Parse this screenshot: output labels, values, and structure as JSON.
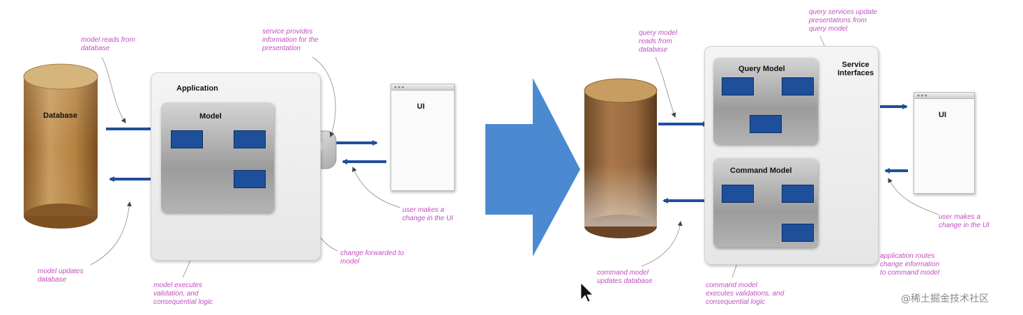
{
  "left": {
    "database_label": "Database",
    "application_label": "Application",
    "model_label": "Model",
    "ui_label": "UI",
    "notes": {
      "model_reads": "model reads from\ndatabase",
      "service_provides": "service provides\ninformation for the\npresentation",
      "user_change": "user makes a\nchange in the UI",
      "change_forwarded": "change forwarded to\nmodel",
      "model_updates": "model updates\ndatabase",
      "model_executes": "model executes\nvalidation, and\nconsequential logic"
    }
  },
  "right": {
    "query_model_label": "Query Model",
    "command_model_label": "Command Model",
    "service_interfaces_label": "Service\nInterfaces",
    "ui_label": "UI",
    "notes": {
      "query_reads": "query model\nreads from\ndatabase",
      "query_services": "query services update\npresentations from\nquery model",
      "user_change": "user makes a\nchange in the UI",
      "app_routes": "application routes\nchange information\nto command model",
      "command_updates": "command model\nupdates database",
      "command_executes": "command model\nexecutes validations, and\nconsequential logic"
    }
  },
  "watermark": "@稀土掘金技术社区",
  "colors": {
    "annotation": "#c04fc0",
    "arrow": "#1e4f9b",
    "big_arrow": "#4b8ad0",
    "database_top": "#c8a76b",
    "database_body": "#b07f45"
  }
}
